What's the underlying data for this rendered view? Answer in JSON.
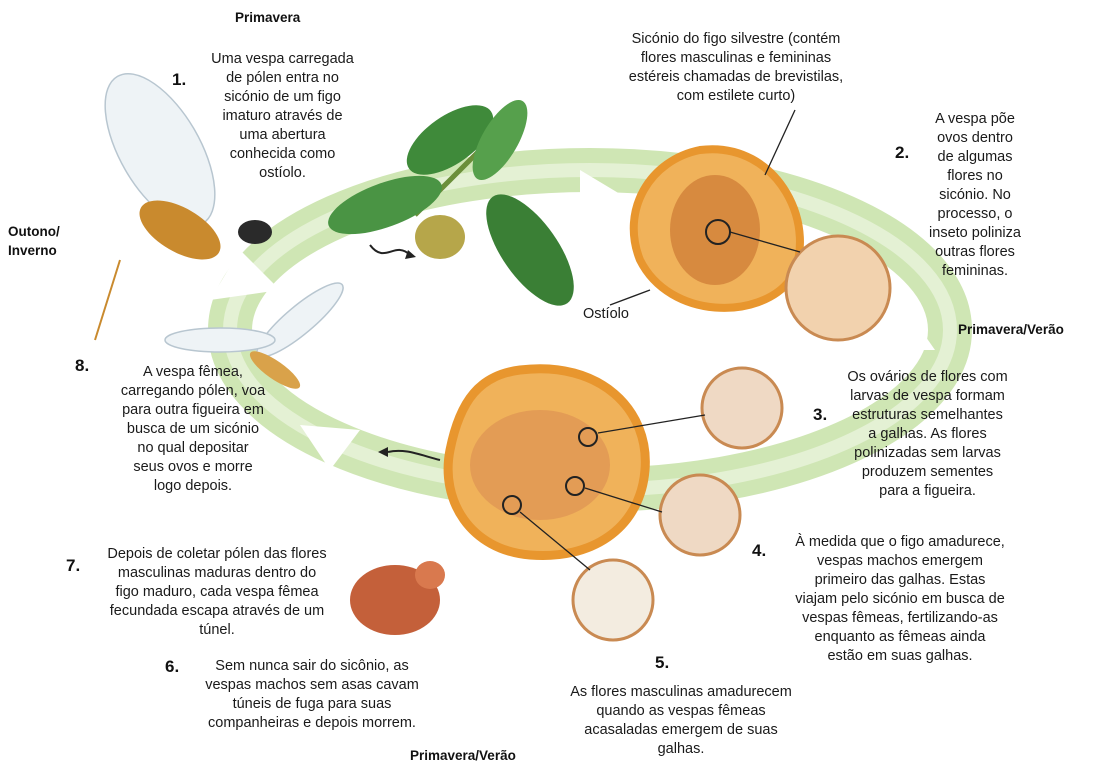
{
  "seasons": {
    "top": "Primavera",
    "left": "Outono/\nInverno",
    "right": "Primavera/Verão",
    "bottom": "Primavera/Verão"
  },
  "labels": {
    "syconium": "Sicónio do figo silvestre (contém\nflores masculinas e femininas\nestéreis chamadas de brevistilas,\ncom estilete curto)",
    "ostiole": "Ostíolo"
  },
  "steps": [
    {
      "num": "1.",
      "text": "Uma vespa carregada\nde pólen entra no\nsicónio de um figo\nimaturo através de\numa abertura\nconhecida como\nostíolo."
    },
    {
      "num": "2.",
      "text": "A vespa põe\novos dentro\nde algumas\nflores no\nsicónio. No\nprocesso, o\ninseto poliniza\noutras flores\nfemininas."
    },
    {
      "num": "3.",
      "text": "Os ovários de flores com\nlarvas de vespa formam\nestruturas semelhantes\na galhas. As flores\npolinizadas sem larvas\nproduzem sementes\npara a figueira."
    },
    {
      "num": "4.",
      "text": "À medida que o figo amadurece,\nvespas machos emergem\nprimeiro das galhas. Estas\nviajam pelo sicónio em busca de\nvespas fêmeas, fertilizando-as\nenquanto as fêmeas ainda\nestão em suas galhas."
    },
    {
      "num": "5.",
      "text": "As flores masculinas amadurecem\nquando as vespas fêmeas\nacasaladas emergem de suas\ngalhas."
    },
    {
      "num": "6.",
      "text": "Sem nunca sair do sicônio, as\nvespas machos sem asas cavam\ntúneis de fuga para suas\ncompanheiras e depois morrem."
    },
    {
      "num": "7.",
      "text": "Depois de coletar pólen das flores\nmasculinas maduras dentro do\nfigo maduro, cada vespa fêmea\nfecundada escapa através de um\ntúnel."
    },
    {
      "num": "8.",
      "text": "A vespa fêmea,\ncarregando pólen, voa\npara outra figueira em\nbusca de um sicónio\nno qual depositar\nseus ovos e morre\nlogo depois."
    }
  ],
  "colors": {
    "cycle": "#cfe6b4",
    "fig_flesh": "#f0b25a",
    "fig_skin": "#e8962e",
    "leaf": "#3f8a3a"
  }
}
